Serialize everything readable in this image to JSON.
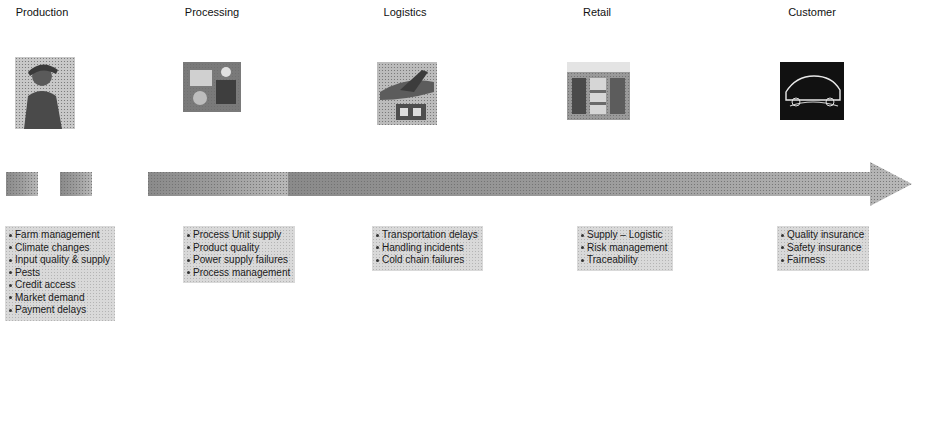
{
  "diagram": {
    "nodes": [
      {
        "text": [
          "Farm management",
          "Climate changes",
          "Input quality & supply",
          "Pests",
          "Credit access",
          "Market demand",
          "Payment delays"
        ]
      },
      {
        "text": [
          "Process Unit supply",
          "Product quality",
          "Power supply failures",
          "Process management"
        ]
      },
      {
        "text": [
          "Transportation delays",
          "Handling incidents",
          "Cold chain failures"
        ]
      },
      {
        "text": [
          "Supply – Logistic",
          "Risk management",
          "Traceability"
        ]
      },
      {
        "text": [
          "Quality insurance",
          "Safety insurance",
          "Fairness"
        ]
      }
    ],
    "labels": [
      "Production",
      "Processing",
      "Logistics",
      "Retail",
      "Customer"
    ]
  }
}
